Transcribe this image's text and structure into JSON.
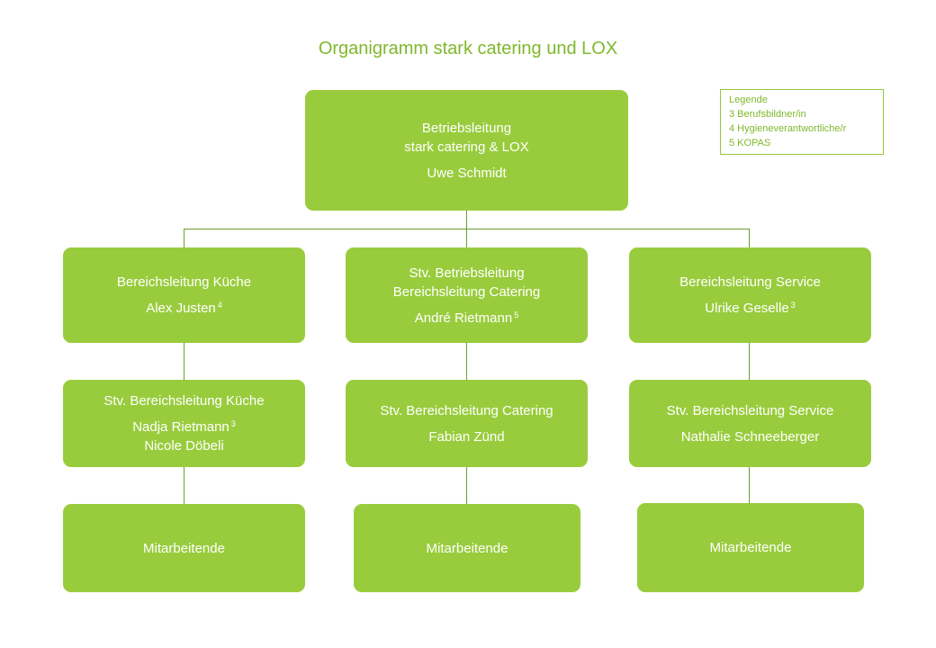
{
  "title": "Organigramm stark catering und LOX",
  "legend": {
    "heading": "Legende",
    "items": [
      "3 Berufsbildner/in",
      "4 Hygieneverantwortliche/r",
      "5 KOPAS"
    ]
  },
  "top": {
    "role_line1": "Betriebsleitung",
    "role_line2": "stark catering  & LOX",
    "person": "Uwe Schmidt"
  },
  "columns": [
    {
      "lead": {
        "role": "Bereichsleitung Küche",
        "person": "Alex Justen",
        "note": "4"
      },
      "deputy": {
        "role": "Stv. Bereichsleitung Küche",
        "person1": "Nadja Rietmann",
        "note1": "3",
        "person2": "Nicole Döbeli"
      },
      "staff": "Mitarbeitende"
    },
    {
      "lead": {
        "role_line1": "Stv. Betriebsleitung",
        "role_line2": "Bereichsleitung Catering",
        "person": "André Rietmann",
        "note": "5"
      },
      "deputy": {
        "role": "Stv. Bereichsleitung Catering",
        "person": "Fabian Zünd"
      },
      "staff": "Mitarbeitende"
    },
    {
      "lead": {
        "role": "Bereichsleitung Service",
        "person": "Ulrike Geselle",
        "note": "3"
      },
      "deputy": {
        "role": "Stv. Bereichsleitung Service",
        "person": "Nathalie Schneeberger"
      },
      "staff": "Mitarbeitende"
    }
  ]
}
